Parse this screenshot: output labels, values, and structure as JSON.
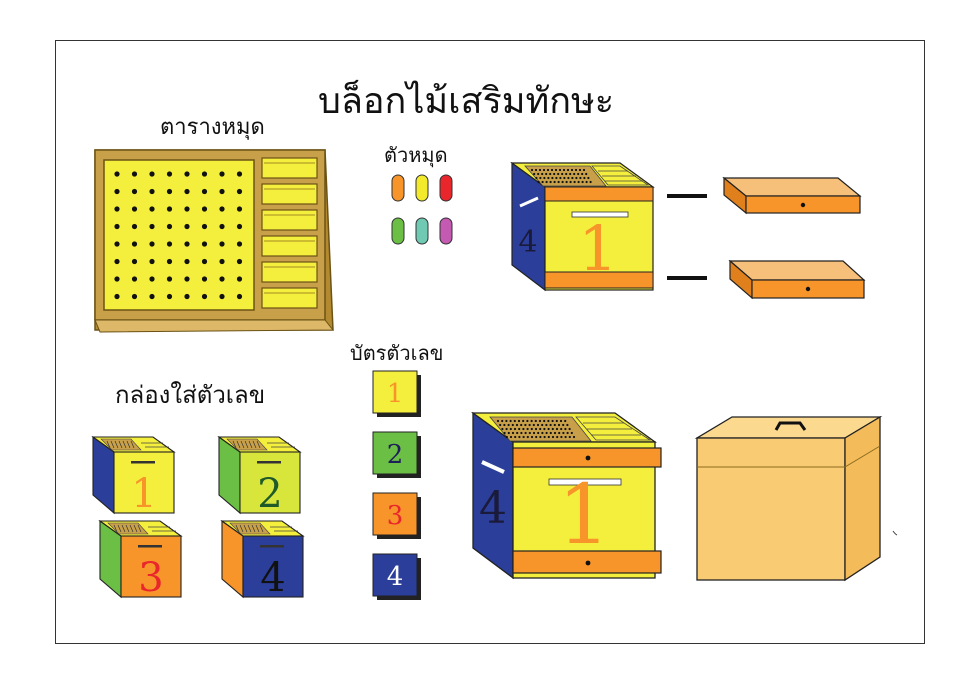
{
  "title": "บล็อกไม้เสริมทักษะ",
  "labels": {
    "peg_board": "ตารางหมุด",
    "pegs": "ตัวหมุด",
    "number_cards": "บัตรตัวเลข",
    "number_boxes": "กล่องใส่ตัวเลข"
  },
  "pegs": {
    "colors": [
      "#f7942a",
      "#f4ea2c",
      "#e8262b",
      "#6cbf45",
      "#6fc9b3",
      "#c45ab2"
    ]
  },
  "cards": [
    {
      "label": "1",
      "face": "#f4ef3c",
      "text": "#f7942a"
    },
    {
      "label": "2",
      "face": "#6cbf45",
      "text": "#1e1e5a"
    },
    {
      "label": "3",
      "face": "#f7942a",
      "text": "#e8262b"
    },
    {
      "label": "4",
      "face": "#2b3f9a",
      "text": "#ffffff"
    }
  ],
  "boxes": [
    {
      "front_label": "1",
      "side_label": "",
      "front": "#f4ef3c",
      "side": "#2b3f9a",
      "digit": "#f7942a"
    },
    {
      "front_label": "2",
      "side_label": "",
      "front": "#d8e63c",
      "side": "#6cbf45",
      "digit": "#1e5a2a"
    },
    {
      "front_label": "3",
      "side_label": "",
      "front": "#f7942a",
      "side": "#6cbf45",
      "digit": "#e8262b"
    },
    {
      "front_label": "4",
      "side_label": "",
      "front": "#2b3f9a",
      "side": "#f7942a",
      "digit": "#111111"
    }
  ],
  "cabinet_small": {
    "front_label": "1",
    "side_label": "4"
  },
  "cabinet_large": {
    "front_label": "1",
    "side_label": "4"
  },
  "colors": {
    "wood": "#c9a04a",
    "wood_dark": "#8a6a1e",
    "yellow": "#f4ef3c",
    "orange": "#f7942a",
    "blue": "#2b3f9a",
    "lid": "#f9cb73"
  }
}
